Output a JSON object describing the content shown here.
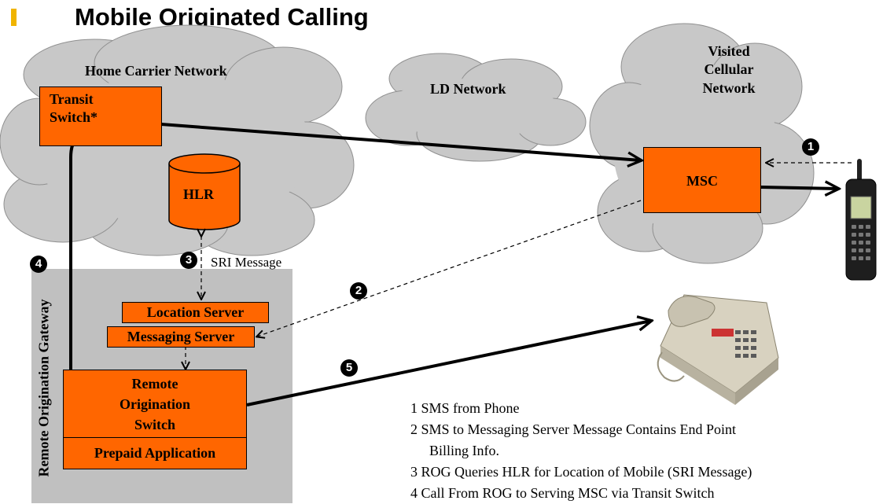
{
  "title": "Mobile Originated Calling",
  "clouds": {
    "home": "Home Carrier Network",
    "ld": "LD Network",
    "visited_line1": "Visited",
    "visited_line2": "Cellular",
    "visited_line3": "Network"
  },
  "nodes": {
    "transit_line1": "Transit",
    "transit_line2": "Switch*",
    "hlr": "HLR",
    "msc": "MSC",
    "location_server": "Location Server",
    "messaging_server": "Messaging Server",
    "ros_line1": "Remote",
    "ros_line2": "Origination",
    "ros_line3": "Switch",
    "prepaid": "Prepaid Application"
  },
  "gateway_label": "Remote Origination Gateway",
  "sri_label": "SRI Message",
  "step_markers": [
    "1",
    "2",
    "3",
    "4",
    "5"
  ],
  "legend": [
    "1 SMS from Phone",
    "2 SMS to Messaging Server Message Contains End Point",
    "Billing Info.",
    "3 ROG Queries HLR for Location of Mobile (SRI Message)",
    "4 Call From ROG to Serving MSC via Transit Switch"
  ],
  "colors": {
    "node_fill": "#ff6600",
    "cloud_fill": "#c8c8c8",
    "gateway_fill": "#c0c0c0",
    "bullet": "#f0b400"
  },
  "icons": [
    "mobile-phone-icon",
    "desk-phone-icon"
  ]
}
